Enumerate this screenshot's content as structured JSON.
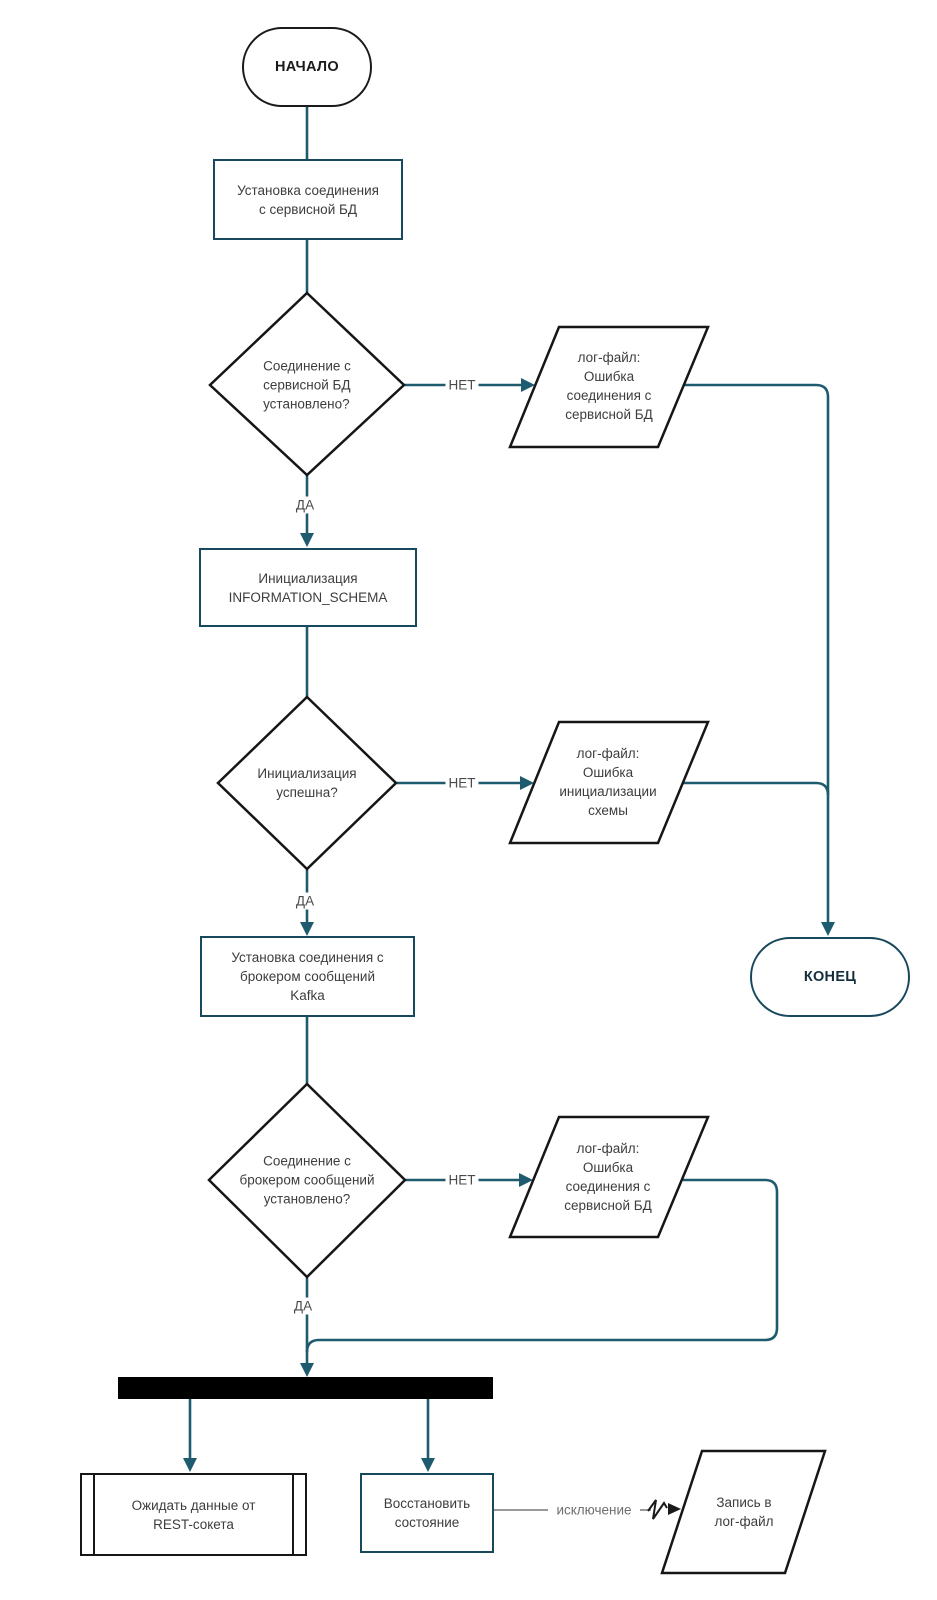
{
  "diagram_type": "flowchart",
  "labels": {
    "yes": "ДА",
    "no": "НЕТ",
    "exception": "исключение"
  },
  "nodes": {
    "start": {
      "label": "НАЧАЛО",
      "shape": "terminator"
    },
    "connect_db": {
      "text": "Установка соединения\nс сервисной БД",
      "shape": "process"
    },
    "db_connected": {
      "text": "Соединение с\nсервисной БД\nустановлено?",
      "shape": "decision"
    },
    "log_db_error_1": {
      "text": "лог-файл:\nОшибка\nсоединения с\nсервисной БД",
      "shape": "io-parallelogram"
    },
    "init_schema": {
      "text": "Инициализация\nINFORMATION_SCHEMA",
      "shape": "process"
    },
    "init_ok": {
      "text": "Инициализация\nуспешна?",
      "shape": "decision"
    },
    "log_init_error": {
      "text": "лог-файл:\nОшибка\nинициализации\nсхемы",
      "shape": "io-parallelogram"
    },
    "connect_kafka": {
      "text": "Установка соединения с\nброкером сообщений\nKafka",
      "shape": "process"
    },
    "kafka_connected": {
      "text": "Соединение с\nброкером сообщений\nустановлено?",
      "shape": "decision"
    },
    "log_db_error_2": {
      "text": "лог-файл:\nОшибка\nсоединения с\nсервисной БД",
      "shape": "io-parallelogram"
    },
    "end": {
      "label": "КОНЕЦ",
      "shape": "terminator"
    },
    "fork": {
      "shape": "fork-bar"
    },
    "wait_rest": {
      "text": "Ожидать данные от\nREST-сокета",
      "shape": "predefined-process"
    },
    "restore_state": {
      "text": "Восстановить\nсостояние",
      "shape": "process"
    },
    "log_write": {
      "text": "Запись в\nлог-файл",
      "shape": "io-parallelogram"
    }
  },
  "colors": {
    "connector": "#1e5b6e",
    "shape_border_teal": "#18485c",
    "shape_border_black": "#161616",
    "bar": "#000000",
    "text": "#3d3d3d",
    "label_text": "#4a4a4a",
    "exception_line": "#999999"
  }
}
